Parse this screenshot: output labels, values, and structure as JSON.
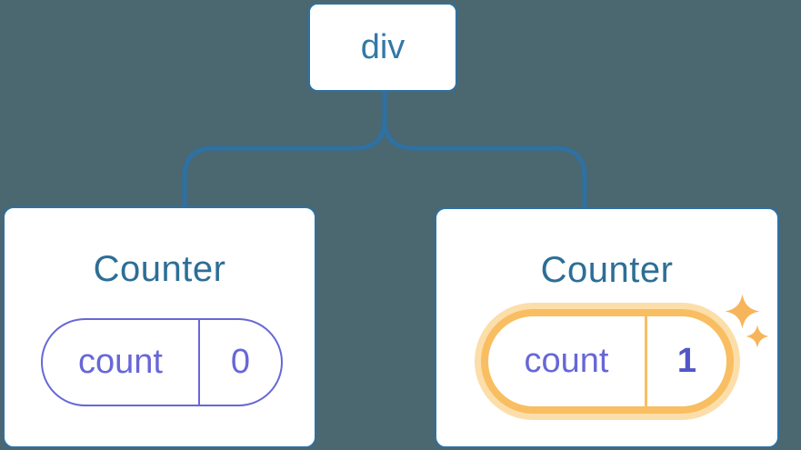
{
  "tree": {
    "root": {
      "label": "div"
    },
    "children": [
      {
        "title": "Counter",
        "state": {
          "key": "count",
          "value": "0"
        },
        "highlighted": false
      },
      {
        "title": "Counter",
        "state": {
          "key": "count",
          "value": "1"
        },
        "highlighted": true
      }
    ]
  },
  "icons": {
    "sparkle_large": "sparkle-icon",
    "sparkle_small": "sparkle-icon"
  },
  "colors": {
    "background": "#4B6770",
    "tree_line_blue": "#2E71A2",
    "root_label_text": "#3478A8",
    "counter_title_text": "#2D6E96",
    "state_purple": "#6767D8",
    "state_value_bold_purple": "#5156C6",
    "highlight_orange": "#F8BE61",
    "highlight_glow": "#FCDEAA",
    "sparkle_orange": "#F6B55A",
    "card_background": "#FFFFFF"
  }
}
